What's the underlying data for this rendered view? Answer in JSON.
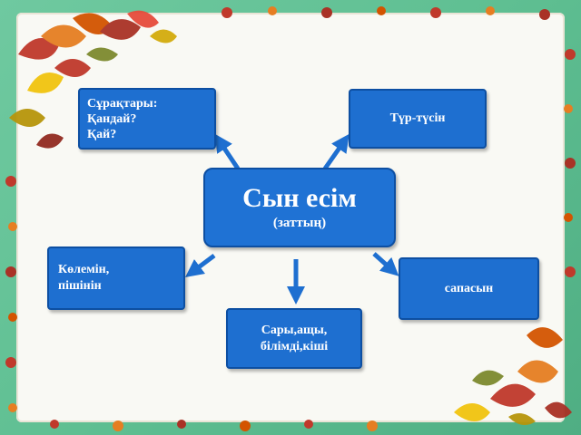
{
  "diagram": {
    "center": {
      "title": "Сын есім",
      "subtitle": "(заттың)"
    },
    "questions": {
      "line1": "Сұрақтары:",
      "line2": "Қандай?",
      "line3": "Қай?"
    },
    "color": {
      "label": "Түр-түсін"
    },
    "size": {
      "line1": "Көлемін,",
      "line2": "пішінін"
    },
    "quality": {
      "label": "сапасын"
    },
    "examples": {
      "line1": "Сары,ащы,",
      "line2": "білімді,кіші"
    }
  },
  "colors": {
    "box": "#1e6fd0",
    "box_border": "#0d4fa2",
    "frame": "#5fbf92",
    "paper": "#f9f9f4"
  }
}
